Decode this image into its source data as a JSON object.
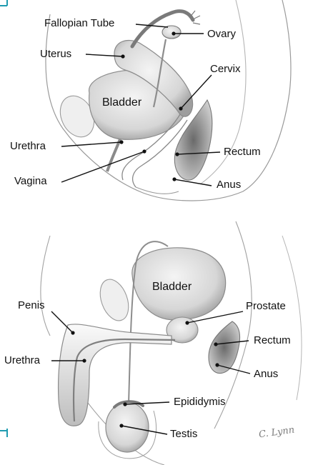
{
  "female": {
    "labels": {
      "fallopian_tube": "Fallopian Tube",
      "ovary": "Ovary",
      "uterus": "Uterus",
      "cervix": "Cervix",
      "bladder": "Bladder",
      "urethra": "Urethra",
      "rectum": "Rectum",
      "vagina": "Vagina",
      "anus": "Anus"
    }
  },
  "male": {
    "labels": {
      "bladder": "Bladder",
      "penis": "Penis",
      "prostate": "Prostate",
      "rectum": "Rectum",
      "urethra": "Urethra",
      "anus": "Anus",
      "epididymis": "Epididymis",
      "testis": "Testis"
    }
  },
  "signature": "C. Lynn",
  "colors": {
    "accent": "#1f9bb0",
    "ink": "#111111"
  }
}
